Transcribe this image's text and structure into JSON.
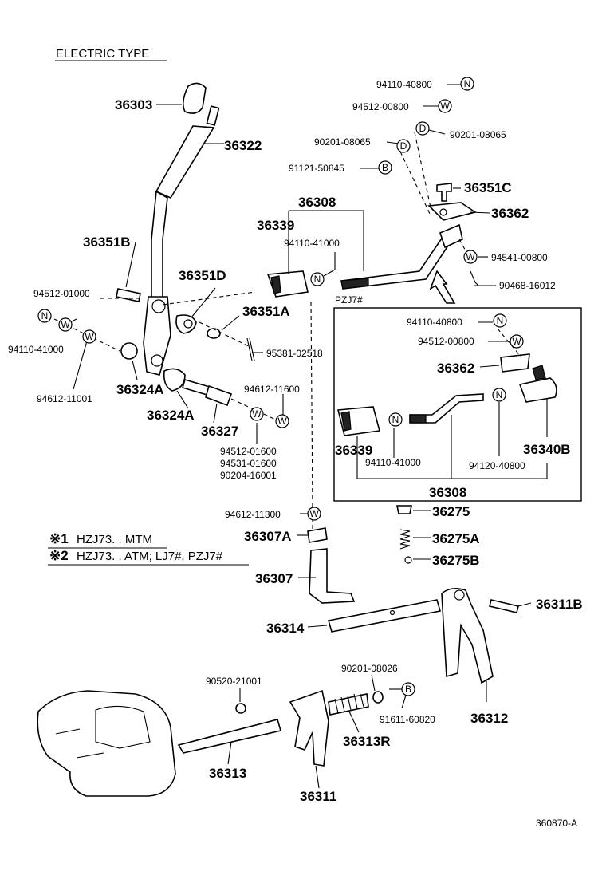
{
  "title": "ELECTRIC TYPE",
  "figure_code": "360870-A",
  "notes": [
    {
      "mark": "※1",
      "text": "HZJ73. . MTM"
    },
    {
      "mark": "※2",
      "text": "HZJ73. . ATM; LJ7#, PZJ7#"
    }
  ],
  "variant_label": "PZJ7#",
  "washer_letters": {
    "nut": "N",
    "washer": "W",
    "bolt": "B",
    "stud": "D"
  },
  "labels": {
    "l36303": "36303",
    "l36322": "36322",
    "l36351B": "36351B",
    "l94512_01000": "94512-01000",
    "l94110_41000a": "94110-41000",
    "l94612_11001": "94612-11001",
    "l36324A_1": "36324A",
    "l36324A_2": "36324A",
    "l36327": "36327",
    "l36351D": "36351D",
    "l36351A": "36351A",
    "l95381_02518": "95381-02518",
    "l94612_11600": "94612-11600",
    "l94512_01600": "94512-01600",
    "l94531_01600": "94531-01600",
    "l90204_16001": "90204-16001",
    "l36308a": "36308",
    "l36339a": "36339",
    "l94110_41000b": "94110-41000",
    "l94110_40800a": "94110-40800",
    "l94512_00800a": "94512-00800",
    "l90201_08065a": "90201-08065",
    "l90201_08065b": "90201-08065",
    "l91121_50845": "91121-50845",
    "l36351C": "36351C",
    "l36362a": "36362",
    "l94541_00800": "94541-00800",
    "l90468_16012": "90468-16012",
    "l94110_40800b": "94110-40800",
    "l94512_00800b": "94512-00800",
    "l36362b": "36362",
    "l36339b": "36339",
    "l94110_41000c": "94110-41000",
    "l94120_40800": "94120-40800",
    "l36340B": "36340B",
    "l36308b": "36308",
    "l94612_11300": "94612-11300",
    "l36275": "36275",
    "l36275A": "36275A",
    "l36275B": "36275B",
    "l36307A": "36307A",
    "l36307": "36307",
    "l36311B": "36311B",
    "l36314": "36314",
    "l90201_08026": "90201-08026",
    "l90520_21001": "90520-21001",
    "l91611_60820": "91611-60820",
    "l36313R": "36313R",
    "l36312": "36312",
    "l36313": "36313",
    "l36311": "36311"
  }
}
